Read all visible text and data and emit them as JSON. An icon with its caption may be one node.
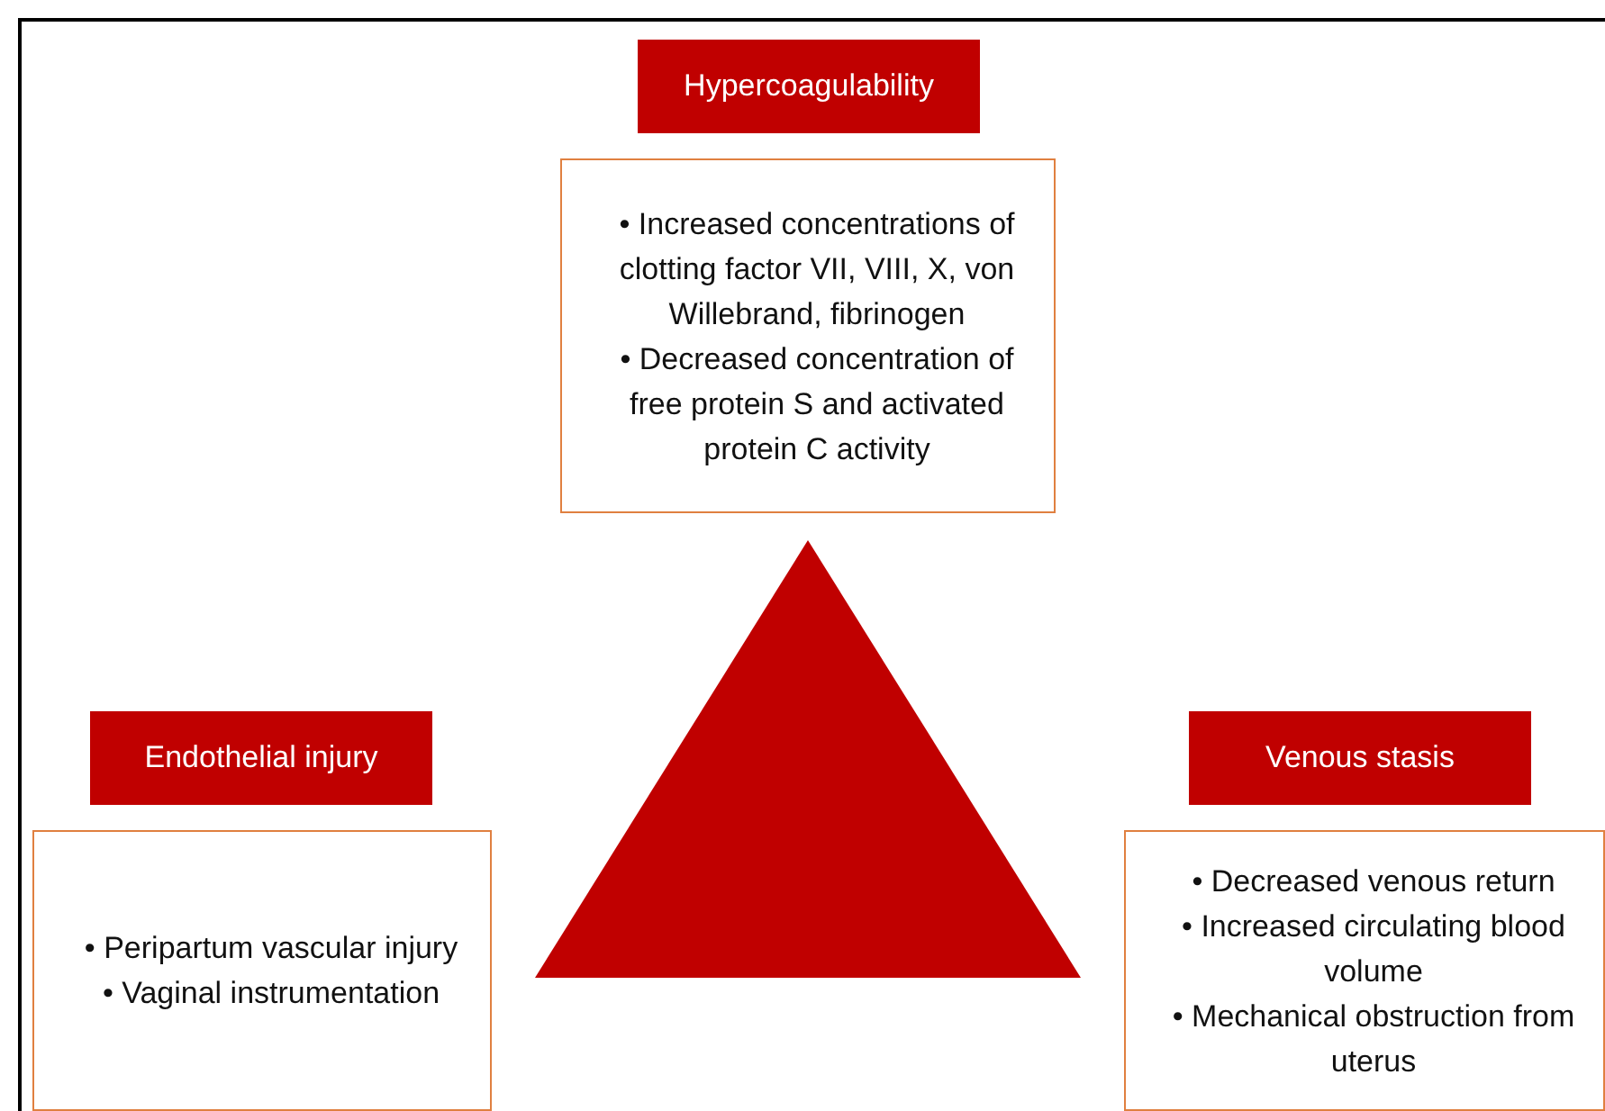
{
  "diagram": {
    "nodes": [
      {
        "text": [
          "Hypercoagulability"
        ]
      },
      {
        "text": [
          "• Increased concentrations of clotting factor VII, VIII, X, von Willebrand, fibrinogen",
          "• Decreased concentration of free protein S and activated protein C activity"
        ]
      },
      {
        "text": [],
        "shape": "triangle"
      },
      {
        "text": [
          "Endothelial injury"
        ]
      },
      {
        "text": [
          "Venous stasis"
        ]
      },
      {
        "text": [
          "• Peripartum vascular injury",
          "• Vaginal instrumentation"
        ]
      },
      {
        "text": [
          "• Decreased venous return",
          "• Increased circulating blood volume",
          "• Mechanical obstruction from uterus"
        ]
      }
    ]
  }
}
